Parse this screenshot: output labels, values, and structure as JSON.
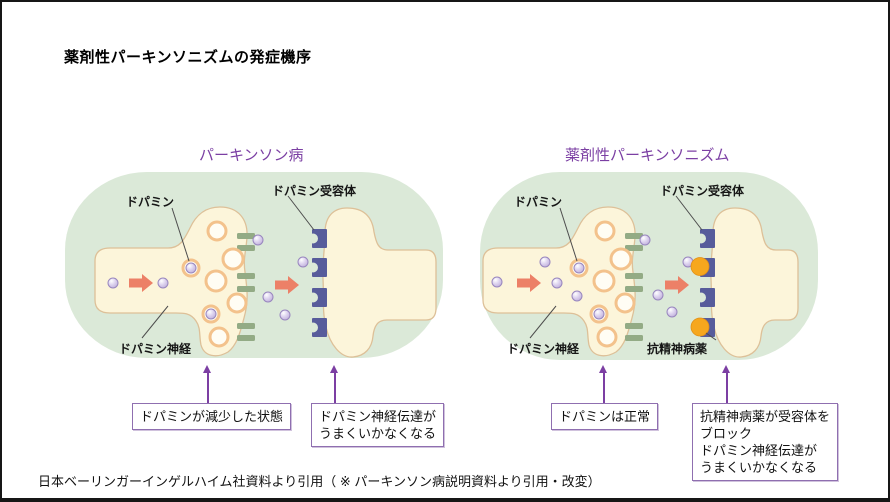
{
  "title": "薬剤性パーキンソニズムの発症機序",
  "footer": "日本ベーリンガーインゲルハイム社資料より引用（ ※ パーキンソン病説明資料より引用・改変）",
  "colors": {
    "accent_purple": "#7b3fa3",
    "callout_border": "#8f6fb0",
    "synapse_blob_green": "#dbe9d8",
    "neuron_cream": "#fcf5da",
    "vesicle_ring_orange": "#f3c28c",
    "dopamine_lavender": "#cfc3e6",
    "release_bar_green": "#93ab85",
    "impulse_arrow_salmon": "#ec8067",
    "receptor_blue": "#575c9b",
    "drug_orange": "#f6a71e"
  },
  "left_panel": {
    "subtitle": "パーキンソン病",
    "labels": {
      "dopamine": "ドパミン",
      "receptor": "ドパミン受容体",
      "neuron": "ドパミン神経"
    },
    "callout_decreased": "ドパミンが減少した状態",
    "callout_transmission": "ドパミン神経伝達が\nうまくいかなくなる"
  },
  "right_panel": {
    "subtitle": "薬剤性パーキンソニズム",
    "labels": {
      "dopamine": "ドパミン",
      "receptor": "ドパミン受容体",
      "neuron": "ドパミン神経",
      "antipsychotic": "抗精神病薬"
    },
    "callout_normal": "ドパミンは正常",
    "callout_block": "抗精神病薬が受容体を\nブロック\nドパミン神経伝達が\nうまくいかなくなる"
  }
}
